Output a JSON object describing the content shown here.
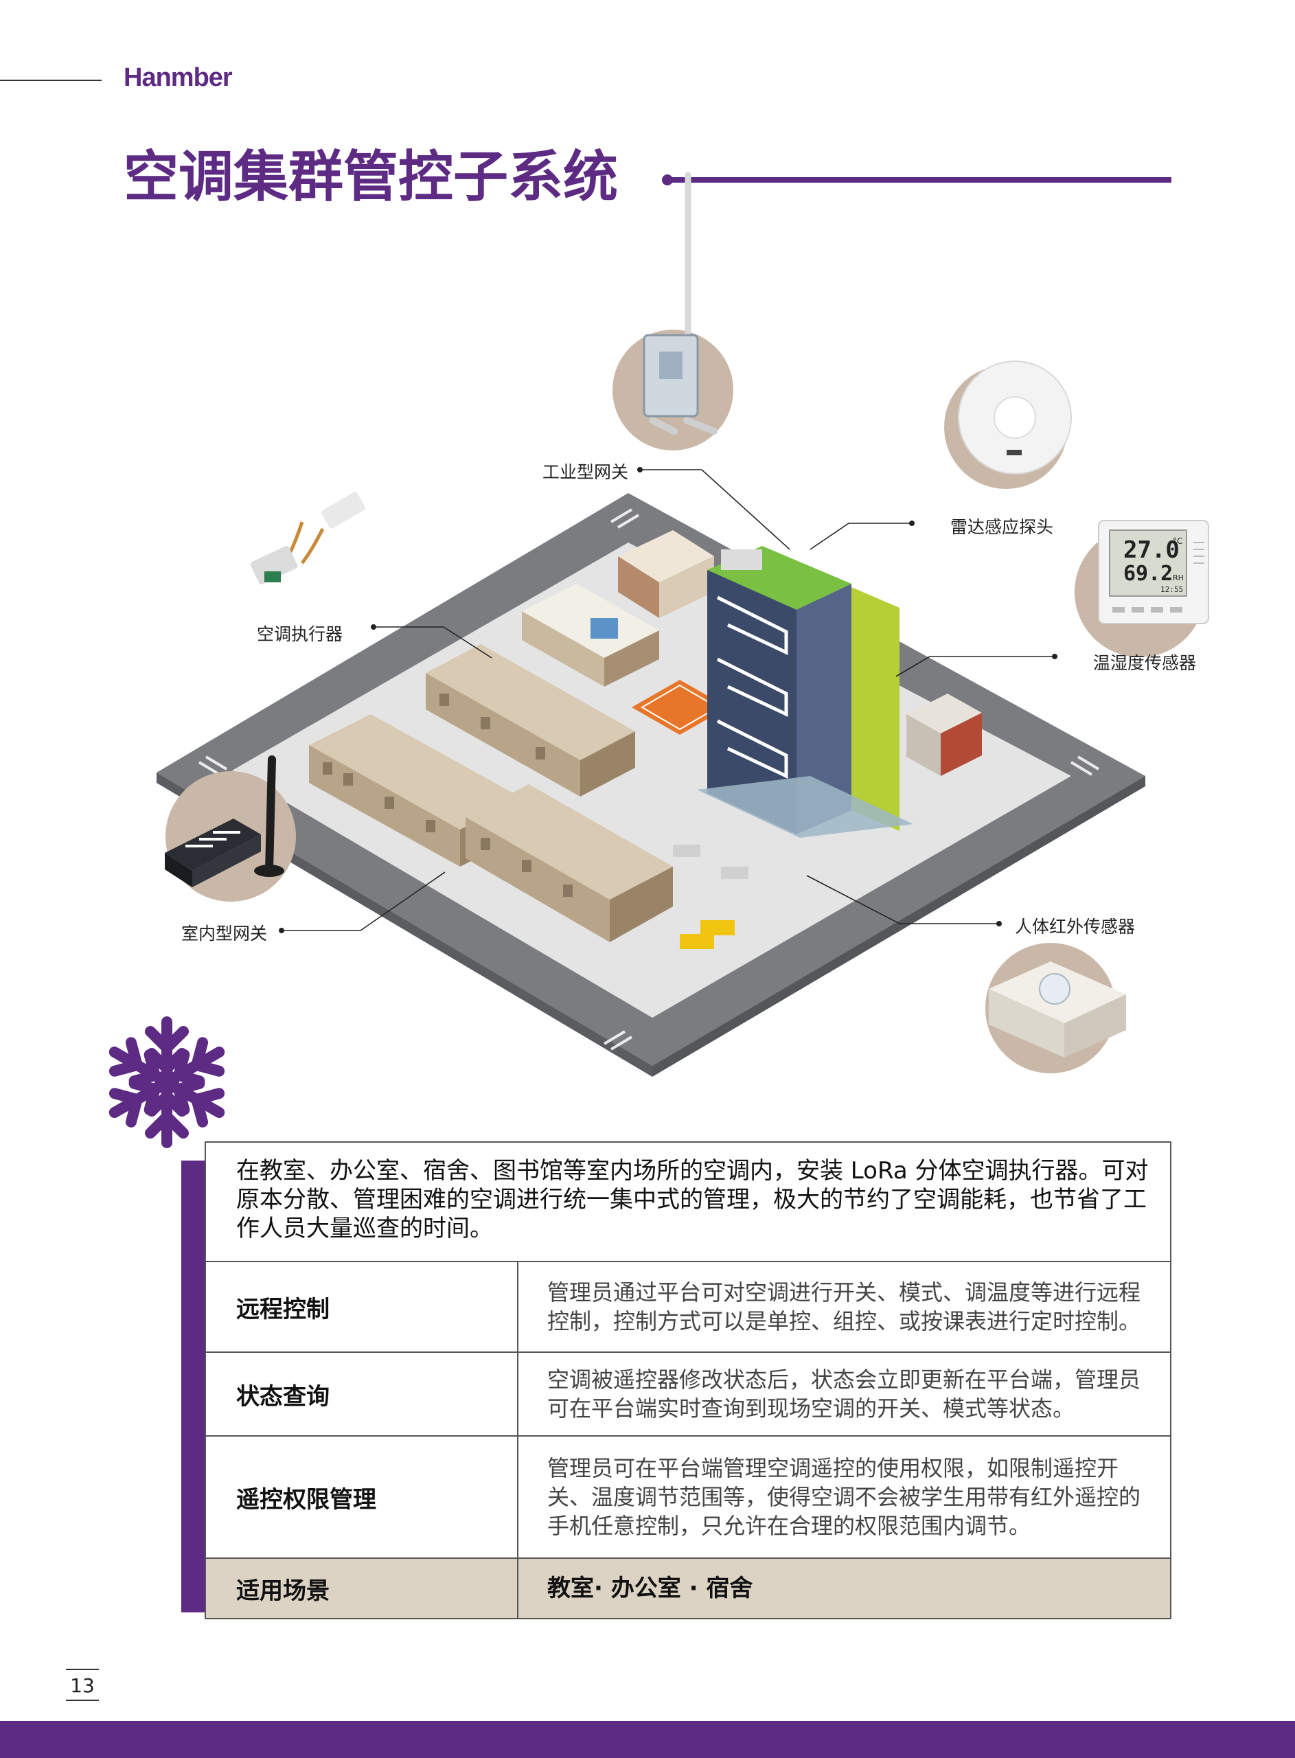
{
  "header": {
    "brand": "Hanmber"
  },
  "title": "空调集群管控子系统",
  "labels": {
    "industrial_gateway": "工业型网关",
    "radar_probe": "雷达感应探头",
    "ac_actuator": "空调执行器",
    "th_sensor": "温湿度传感器",
    "indoor_gateway": "室内型网关",
    "pir_sensor": "人体红外传感器"
  },
  "th_display": {
    "temp": "27.0",
    "temp_unit": "°C",
    "humidity": "69.2",
    "humidity_unit": "RH",
    "time": "12:55"
  },
  "intro": "在教室、办公室、宿舍、图书馆等室内场所的空调内，安装 LoRa 分体空调执行器。可对原本分散、管理困难的空调进行统一集中式的管理，极大的节约了空调能耗，也节省了工作人员大量巡查的时间。",
  "features": [
    {
      "key": "远程控制",
      "value": "管理员通过平台可对空调进行开关、模式、调温度等进行远程控制，控制方式可以是单控、组控、或按课表进行定时控制。"
    },
    {
      "key": "状态查询",
      "value": "空调被遥控器修改状态后，状态会立即更新在平台端，管理员可在平台端实时查询到现场空调的开关、模式等状态。"
    },
    {
      "key": "遥控权限管理",
      "value": "管理员可在平台端管理空调遥控的使用权限，如限制遥控开关、温度调节范围等，使得空调不会被学生用带有红外遥控的手机任意控制，只允许在合理的权限范围内调节。"
    }
  ],
  "scene": {
    "key": "适用场景",
    "value": "教室· 办公室 · 宿舍"
  },
  "page_number": "13",
  "colors": {
    "brand": "#5d2a84",
    "scene_bg": "#dcd3c4"
  }
}
